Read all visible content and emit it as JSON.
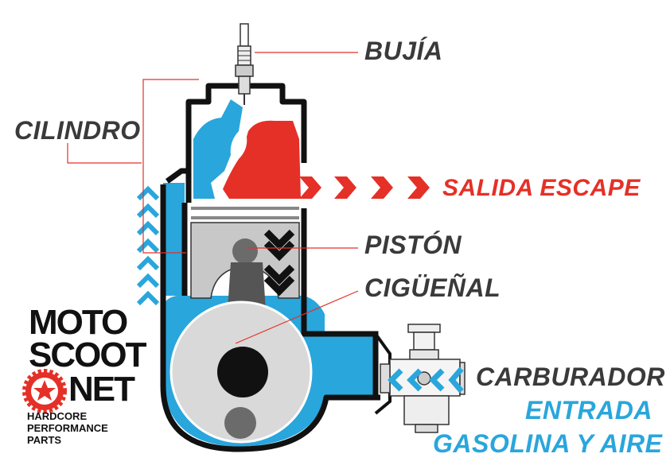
{
  "labels": {
    "bujia": "BUJÍA",
    "cilindro": "CILINDRO",
    "salida_escape": "SALIDA ESCAPE",
    "piston": "PISTÓN",
    "ciguenal": "CIGÜEÑAL",
    "carburador": "CARBURADOR",
    "entrada": "ENTRADA",
    "gasolina_aire": "GASOLINA Y AIRE"
  },
  "logo": {
    "line1": "MOTO",
    "line2": "SCOOT",
    "line3": "NET",
    "tag1": "HARDCORE",
    "tag2": "PERFORMANCE",
    "tag3": "PARTS"
  },
  "colors": {
    "exhaust": "#e53027",
    "intake": "#29a6dc",
    "label": "#3a3a3a",
    "outline": "#111111"
  }
}
